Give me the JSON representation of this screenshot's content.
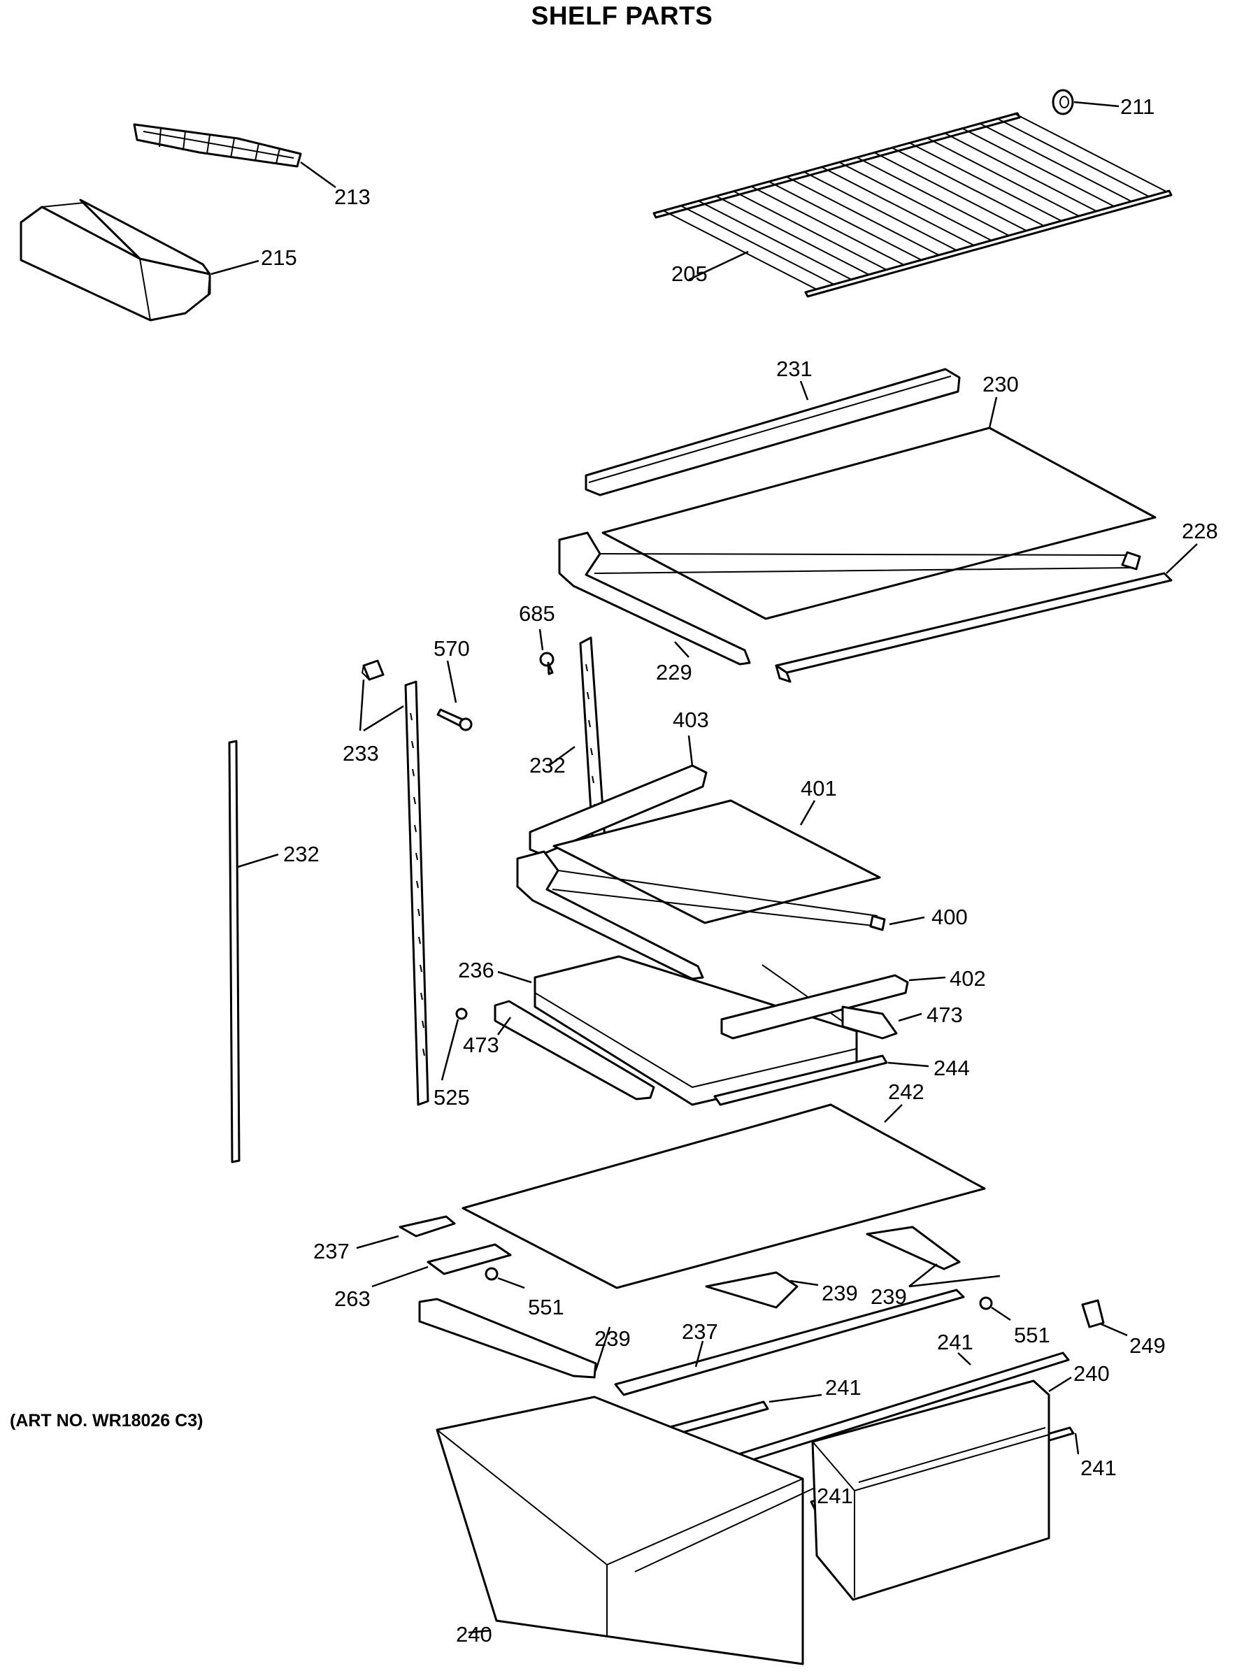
{
  "title": "SHELF PARTS",
  "art_number": "(ART NO. WR18026 C3)",
  "callouts": {
    "c211": "211",
    "c213": "213",
    "c215": "215",
    "c205": "205",
    "c231": "231",
    "c230": "230",
    "c228": "228",
    "c229": "229",
    "c685": "685",
    "c570": "570",
    "c233": "233",
    "c232a": "232",
    "c232b": "232",
    "c403": "403",
    "c401": "401",
    "c400": "400",
    "c236": "236",
    "c402": "402",
    "c473a": "473",
    "c473b": "473",
    "c525": "525",
    "c244": "244",
    "c242": "242",
    "c237a": "237",
    "c263": "263",
    "c551a": "551",
    "c239a": "239",
    "c239b": "239",
    "c239c": "239",
    "c551b": "551",
    "c249": "249",
    "c237b": "237",
    "c241a": "241",
    "c241b": "241",
    "c240a": "240",
    "c241c": "241",
    "c241d": "241",
    "c240b": "240"
  }
}
